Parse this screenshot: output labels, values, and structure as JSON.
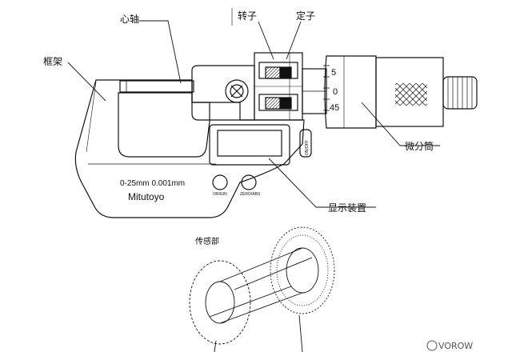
{
  "labels": {
    "spindle": "心轴",
    "rotor": "转子",
    "stator": "定子",
    "frame": "框架",
    "thimble": "微分筒",
    "display": "显示装置",
    "sensor": "传感部"
  },
  "frame_text": {
    "range": "0-25mm  0.001mm",
    "brand": "Mitutoyo"
  },
  "buttons": {
    "left": "ORIGIN",
    "right": "ZERO/ABS",
    "side": "ON/OFF"
  },
  "thimble_scale": [
    "5",
    "0",
    "45"
  ],
  "watermark": "VOROW",
  "colors": {
    "line": "#111111",
    "background": "#ffffff"
  }
}
